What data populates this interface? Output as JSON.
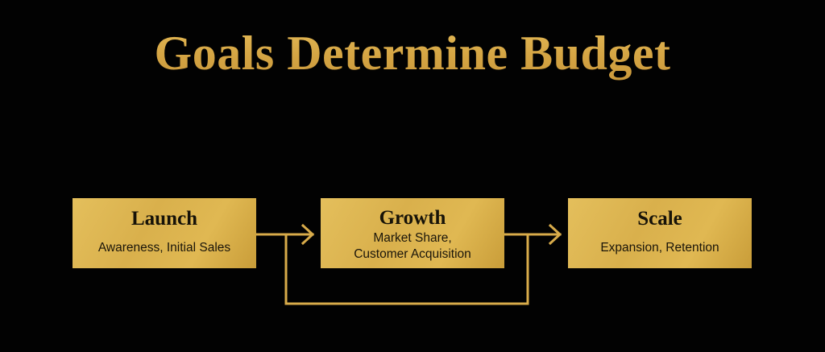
{
  "title": "Goals Determine Budget",
  "stages": [
    {
      "label": "Launch",
      "description": "Awareness, Initial Sales"
    },
    {
      "label": "Growth",
      "description_line1": "Market Share,",
      "description_line2": "Customer Acquisition"
    },
    {
      "label": "Scale",
      "description": "Expansion, Retention"
    }
  ],
  "connectors": [
    {
      "from": "Launch",
      "to": "Growth",
      "type": "arrow"
    },
    {
      "from": "Growth",
      "to": "Scale",
      "type": "arrow"
    },
    {
      "from": "Launch-Growth connector",
      "to": "Growth-Scale connector",
      "type": "feedback-loop"
    }
  ],
  "colors": {
    "background": "#020202",
    "gold": "#d9aa48",
    "box_text": "#161208"
  }
}
